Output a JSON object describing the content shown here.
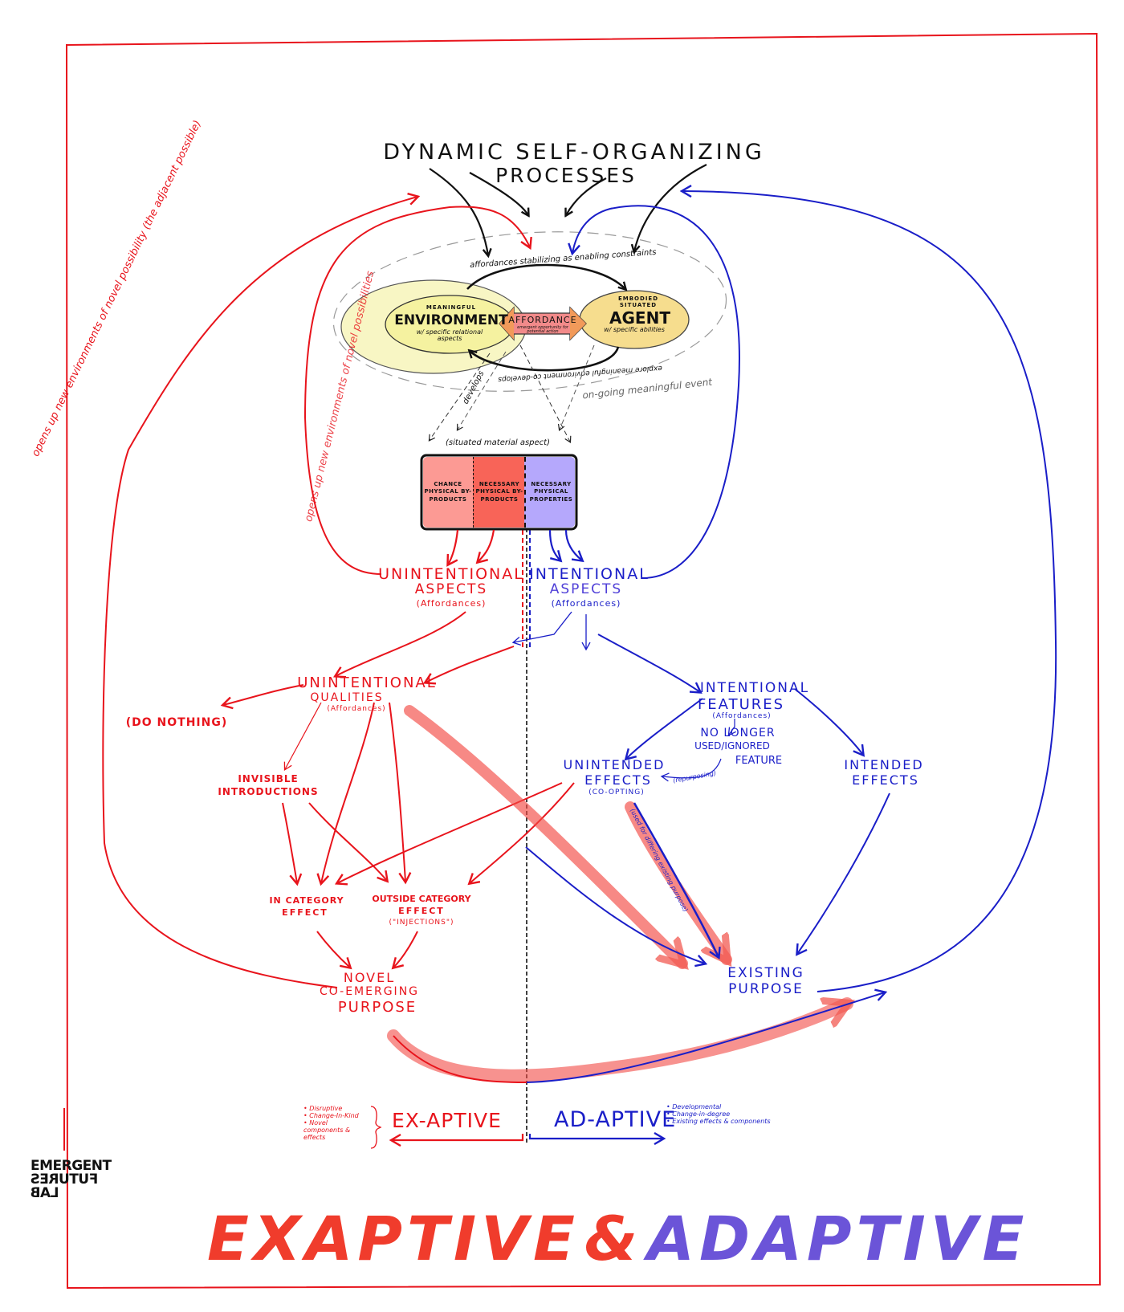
{
  "title": {
    "ex": "EXAPTIVE",
    "amp": "&",
    "ad": "ADAPTIVE"
  },
  "logo": {
    "line1": "EMERGENT",
    "line2": "FUTURES",
    "line3": "LAB"
  },
  "colors": {
    "red": "#e8141c",
    "blue": "#1a1ec8",
    "black": "#111111",
    "frame": "#e8141c",
    "env_fill": "#f5f2a0",
    "env_outer_fill": "#f8f6c4",
    "agent_fill": "#f6dd8e",
    "affordance_fill": "#f28a8a",
    "cell_chance": "#fc9a94",
    "cell_necessary_byproducts": "#f86458",
    "cell_properties": "#b5a8fc",
    "title_red": "#f03c2c",
    "title_purple": "#6b54d8"
  },
  "top": {
    "heading_line1": "DYNAMIC SELF-ORGANIZING",
    "heading_line2": "PROCESSES"
  },
  "core": {
    "environment_pre": "MEANINGFUL",
    "environment": "ENVIRONMENT",
    "environment_sub": "w/ specific relational aspects",
    "affordance": "AFFORDANCE",
    "affordance_sub": "emergent opportunity for potential action",
    "agent_pre1": "EMBODIED",
    "agent_pre2": "SITUATED",
    "agent": "AGENT",
    "agent_sub": "w/ specific abilities",
    "top_arc_label": "affordances stabilizing as enabling constraints",
    "bottom_arc_label": "explore meaningful environment co-develops",
    "ongoing_label": "on-going meaningful event",
    "develops_label": "develops"
  },
  "material": {
    "label": "(situated material aspect)",
    "cells": [
      {
        "text": "CHANCE PHYSICAL BY-PRODUCTS"
      },
      {
        "text": "NECESSARY PHYSICAL BY-PRODUCTS"
      },
      {
        "text": "NECESSARY PHYSICAL PROPERTIES"
      }
    ]
  },
  "aspects": {
    "unintentional_line1": "UNINTENTIONAL",
    "unintentional_line2": "ASPECTS",
    "unintentional_sub": "(Affordances)",
    "intentional_line1": "INTENTIONAL",
    "intentional_line2": "ASPECTS",
    "intentional_sub": "(Affordances)"
  },
  "left_branch": {
    "qualities_line1": "UNINTENTIONAL",
    "qualities_line2": "QUALITIES",
    "qualities_sub": "(Affordances)",
    "do_nothing": "(DO NOTHING)",
    "invisible_line1": "INVISIBLE",
    "invisible_line2": "INTRODUCTIONS",
    "in_category_line1": "IN CATEGORY",
    "in_category_line2": "EFFECT",
    "outside_category_line1": "OUTSIDE CATEGORY",
    "outside_category_line2": "EFFECT",
    "outside_category_sub": "(\"INJECTIONS\")",
    "novel_line1": "NOVEL",
    "novel_line2": "CO-EMERGING",
    "novel_line3": "PURPOSE"
  },
  "right_branch": {
    "features_line1": "INTENTIONAL",
    "features_line2": "FEATURES",
    "features_sub": "(Affordances)",
    "no_longer_line1": "NO LONGER",
    "no_longer_line2": "USED/IGNORED",
    "no_longer_line3": "FEATURE",
    "repurposing": "(repurposing)",
    "unintended_line1": "UNINTENDED",
    "unintended_line2": "EFFECTS",
    "unintended_sub": "(CO-OPTING)",
    "coopt_path_label": "(used for differing existing purpose)",
    "intended_line1": "INTENDED",
    "intended_line2": "EFFECTS",
    "existing_line1": "EXISTING",
    "existing_line2": "PURPOSE"
  },
  "loops": {
    "outer_left": "opens up new environments of novel possibility (the adjacent possible)",
    "inner_left": "opens up new environments of novel possibilities"
  },
  "legend": {
    "exaptive": "EX-APTIVE",
    "adaptive": "AD-APTIVE",
    "exaptive_traits": [
      "Disruptive",
      "Change-In-Kind",
      "Novel components & effects"
    ],
    "adaptive_traits": [
      "Developmental",
      "Change-in-degree",
      "Existing effects & components"
    ]
  }
}
